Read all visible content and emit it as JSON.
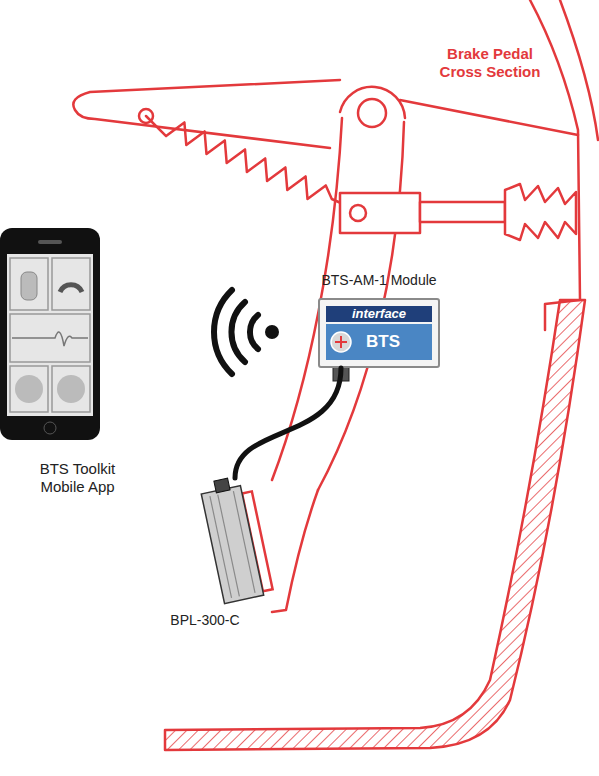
{
  "diagram": {
    "nodes": [
      {
        "text": [
          "BTS Toolkit Mobile App"
        ]
      },
      {
        "text": [
          "BTS-AM-1 Module",
          "interface",
          "BTS"
        ]
      },
      {
        "text": [
          "BPL-300-C"
        ]
      }
    ],
    "edges": [
      {
        "from": 1,
        "to": 2,
        "arrow": "none"
      }
    ],
    "labels": [
      "Brake Pedal Cross Section"
    ]
  }
}
